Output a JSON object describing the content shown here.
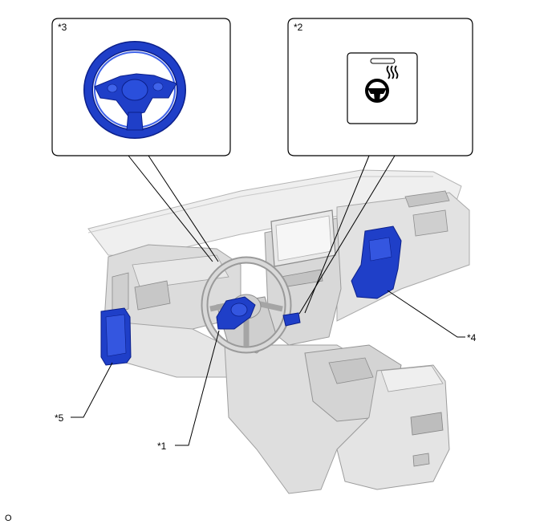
{
  "diagram": {
    "callouts": {
      "c1": "*1",
      "c2": "*2",
      "c3": "*3",
      "c4": "*4",
      "c5": "*5"
    },
    "footer_code": "O",
    "colors": {
      "component_blue": "#1f3fc8",
      "component_dark": "#0b1f8a",
      "dash_light": "#eeeeee",
      "dash_mid": "#d2d2d2",
      "dash_dark": "#a8a8a8",
      "outline": "#000000"
    },
    "icons": {
      "switch_symbol": "heated-steering-wheel-icon"
    }
  }
}
